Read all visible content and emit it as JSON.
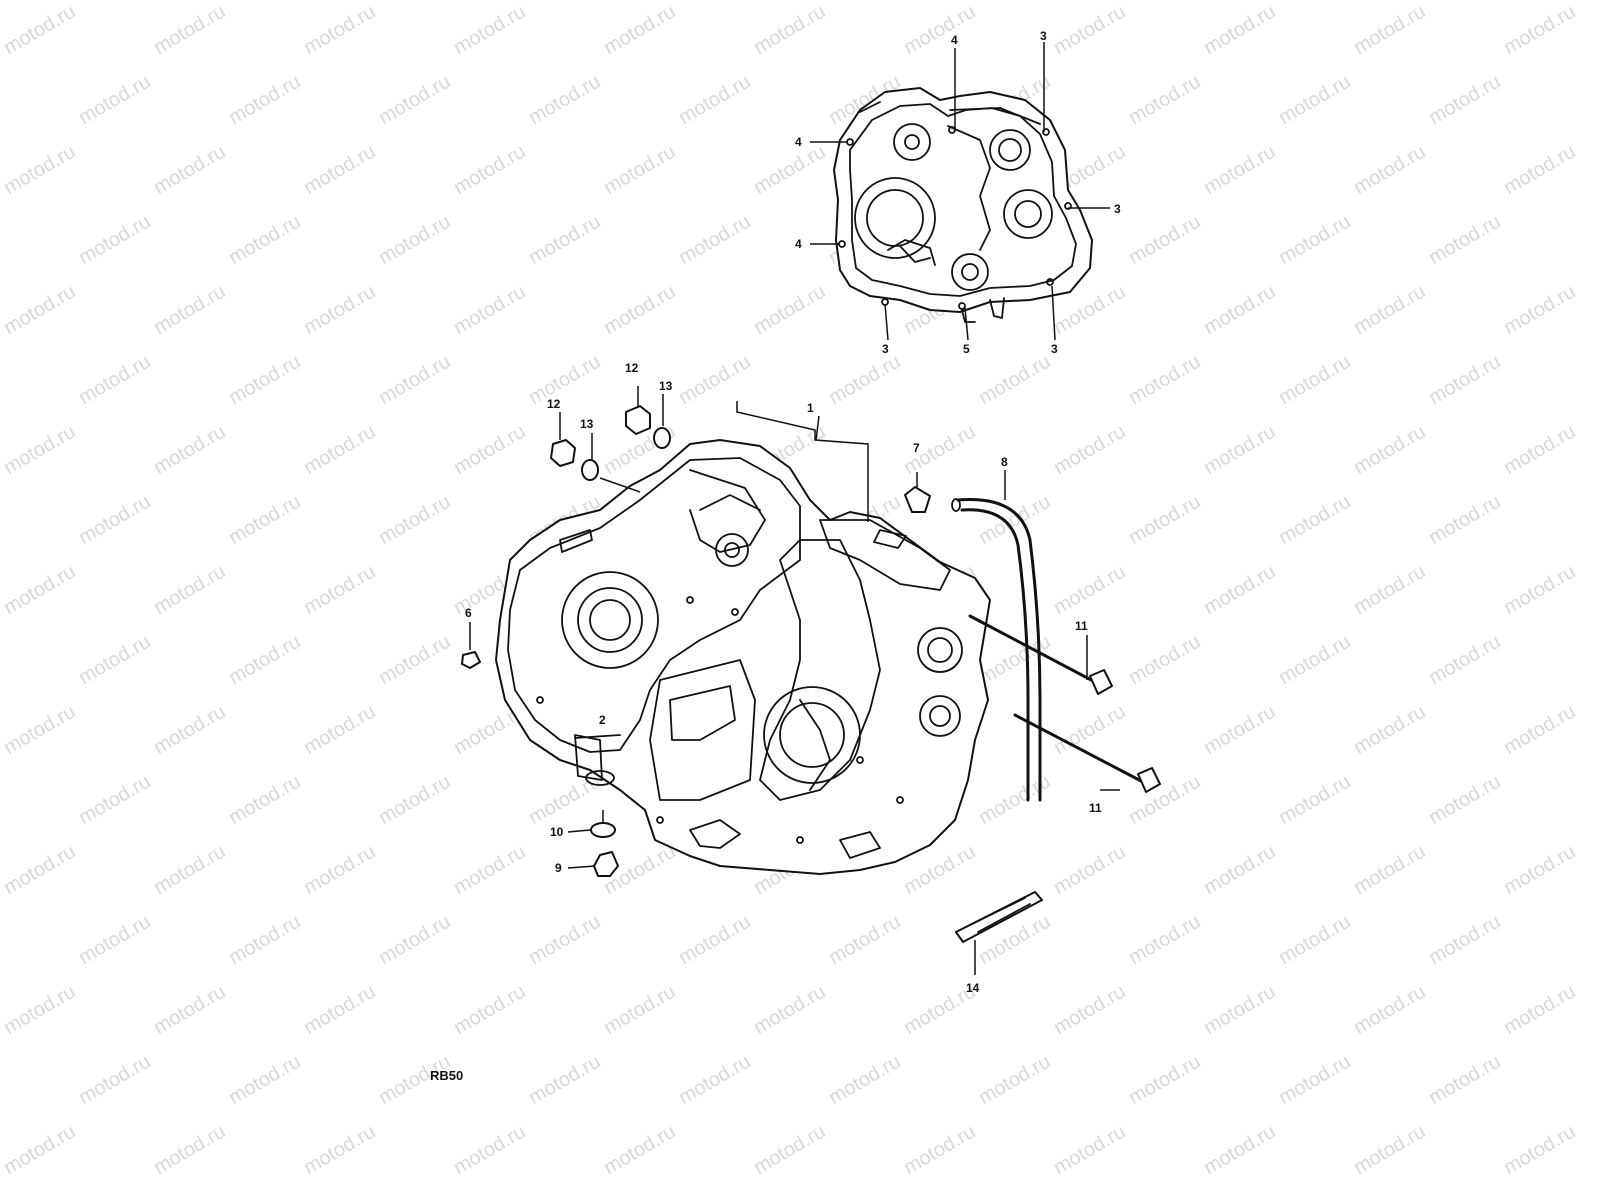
{
  "watermark": {
    "text": "motod.ru",
    "color": "#d9d9d9"
  },
  "model_code": "RB50",
  "callouts": {
    "c1": "1",
    "c2": "2",
    "c3a": "3",
    "c3b": "3",
    "c3c": "3",
    "c3d": "3",
    "c4a": "4",
    "c4b": "4",
    "c4c": "4",
    "c5": "5",
    "c6": "6",
    "c7": "7",
    "c8": "8",
    "c9": "9",
    "c10": "10",
    "c11a": "11",
    "c11b": "11",
    "c12a": "12",
    "c12b": "12",
    "c13a": "13",
    "c13b": "13",
    "c14": "14"
  }
}
